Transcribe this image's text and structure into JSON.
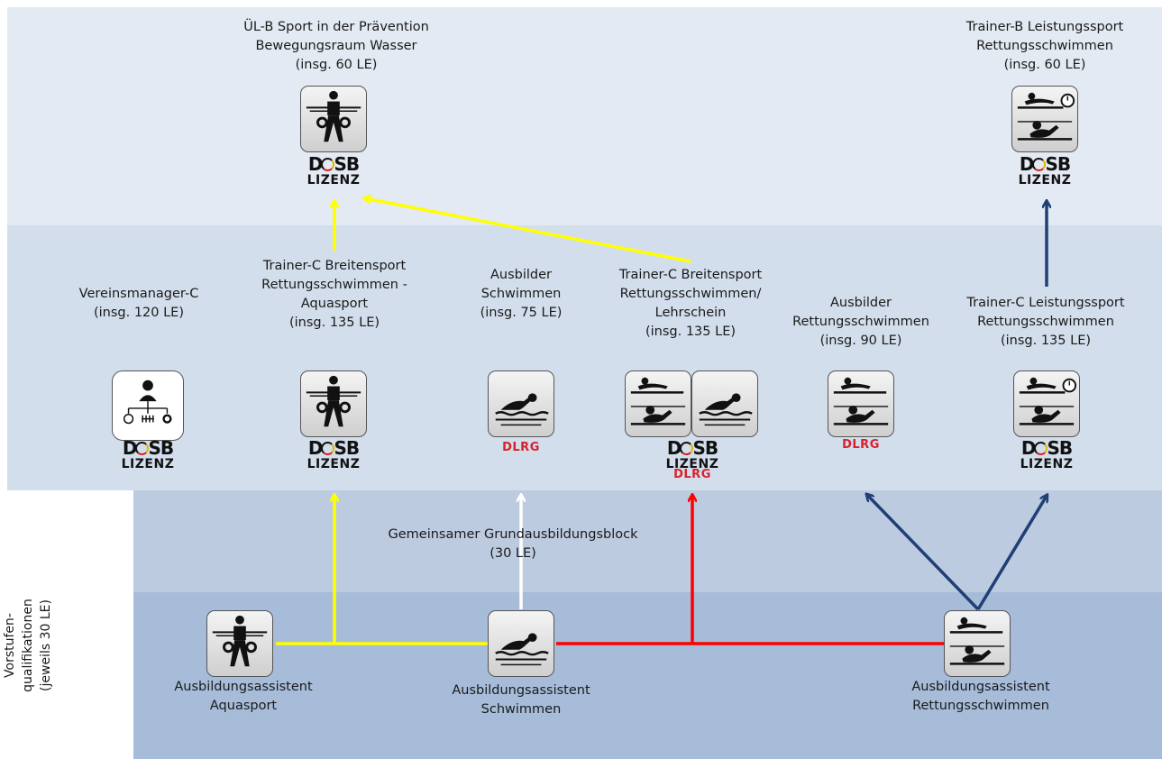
{
  "top_level": [
    {
      "id": "uel-b",
      "lines": [
        "ÜL-B  Sport in der Prävention",
        "Bewegungsraum Wasser",
        "(insg. 60 LE)"
      ],
      "icon": "aquasport-icon",
      "badge": "DOSB"
    },
    {
      "id": "trainer-b",
      "lines": [
        "Trainer-B Leistungssport",
        "Rettungsschwimmen",
        "(insg. 60 LE)"
      ],
      "icon": "lifesaving-timer-icon",
      "badge": "DOSB"
    }
  ],
  "mid_level": [
    {
      "id": "vereinsmanager",
      "lines": [
        "Vereinsmanager-C",
        "(insg. 120 LE)"
      ],
      "icon": "manager-icon",
      "badge": "DOSB"
    },
    {
      "id": "trainer-c-aqua",
      "lines": [
        "Trainer-C Breitensport",
        "Rettungsschwimmen -",
        "Aquasport",
        "(insg. 135 LE)"
      ],
      "icon": "aquasport-icon",
      "badge": "DOSB"
    },
    {
      "id": "ausbilder-schwimmen",
      "lines": [
        "Ausbilder",
        "Schwimmen",
        "(insg. 75 LE)"
      ],
      "icon": "swimmer-icon",
      "badge": "DLRG"
    },
    {
      "id": "trainer-c-lehrschein",
      "lines": [
        "Trainer-C Breitensport",
        "Rettungsschwimmen/",
        "Lehrschein",
        "(insg. 135 LE)"
      ],
      "icon": "lifesaving-swimmer-icon",
      "badge": "DOSB+DLRG"
    },
    {
      "id": "ausbilder-rettung",
      "lines": [
        "Ausbilder",
        "Rettungsschwimmen",
        "(insg. 90 LE)"
      ],
      "icon": "lifesaving-icon",
      "badge": "DLRG"
    },
    {
      "id": "trainer-c-leistung",
      "lines": [
        "Trainer-C Leistungssport",
        "Rettungsschwimmen",
        "(insg. 135 LE)"
      ],
      "icon": "lifesaving-timer-icon",
      "badge": "DOSB"
    }
  ],
  "common_block": {
    "lines": [
      "Gemeinsamer Grundausbildungsblock",
      "(30 LE)"
    ]
  },
  "pre_level": [
    {
      "id": "assistent-aqua",
      "lines": [
        "Ausbildungsassistent",
        "Aquasport"
      ],
      "icon": "aquasport-icon"
    },
    {
      "id": "assistent-schwimmen",
      "lines": [
        "Ausbildungsassistent",
        "Schwimmen"
      ],
      "icon": "swimmer-icon"
    },
    {
      "id": "assistent-rettung",
      "lines": [
        "Ausbildungsassistent",
        "Rettungsschwimmen"
      ],
      "icon": "lifesaving-icon"
    }
  ],
  "side_label": {
    "lines": [
      "Vorstufen-qualifikationen",
      "(jeweils 30 LE)"
    ]
  },
  "badges": {
    "dosb_top": "D",
    "dosb_rest": "SB",
    "lizenz": "LIZENZ",
    "dlrg": "DLRG"
  },
  "colors": {
    "yellow": "#ffff00",
    "red": "#ff0000",
    "white": "#ffffff",
    "navy": "#1f3f75",
    "top_band": "#e4eaf3",
    "mid_band": "#d3deec",
    "common_band": "#bccbe0",
    "pre_band": "#a6bcd9"
  }
}
